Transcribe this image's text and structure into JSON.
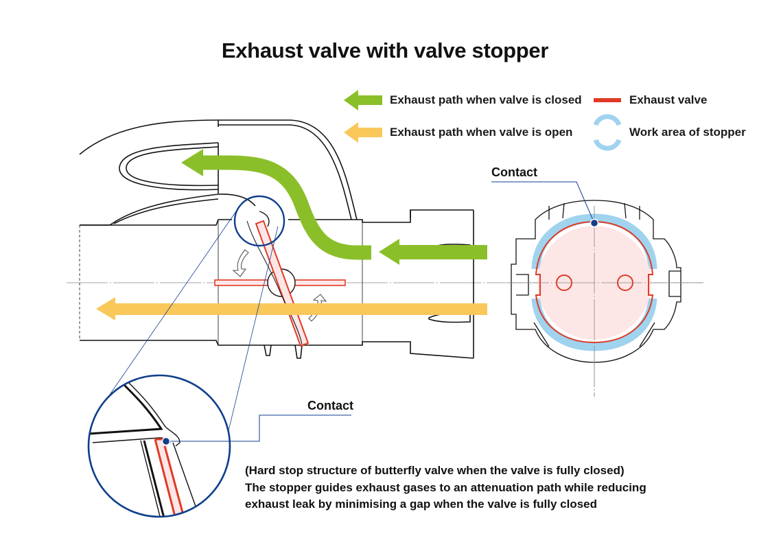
{
  "title": "Exhaust valve with valve stopper",
  "legend": {
    "closed_path": "Exhaust path when valve is closed",
    "open_path": "Exhaust path when valve is open",
    "valve": "Exhaust valve",
    "stopper": "Work area of stopper"
  },
  "callouts": {
    "contact_top": "Contact",
    "contact_detail": "Contact"
  },
  "caption": {
    "line1": "(Hard stop structure of butterfly valve when the valve is fully closed)",
    "line2": "The stopper guides exhaust gases to an attenuation path while reducing",
    "line3": "exhaust leak by  minimising a gap when the valve is fully closed"
  },
  "colors": {
    "closed_path": "#8bbf2a",
    "open_path": "#f9c75a",
    "valve": "#e03a26",
    "stopper": "#9fd3ee",
    "callout": "#0f3e8c",
    "valve_fill": "#fde6e6"
  }
}
